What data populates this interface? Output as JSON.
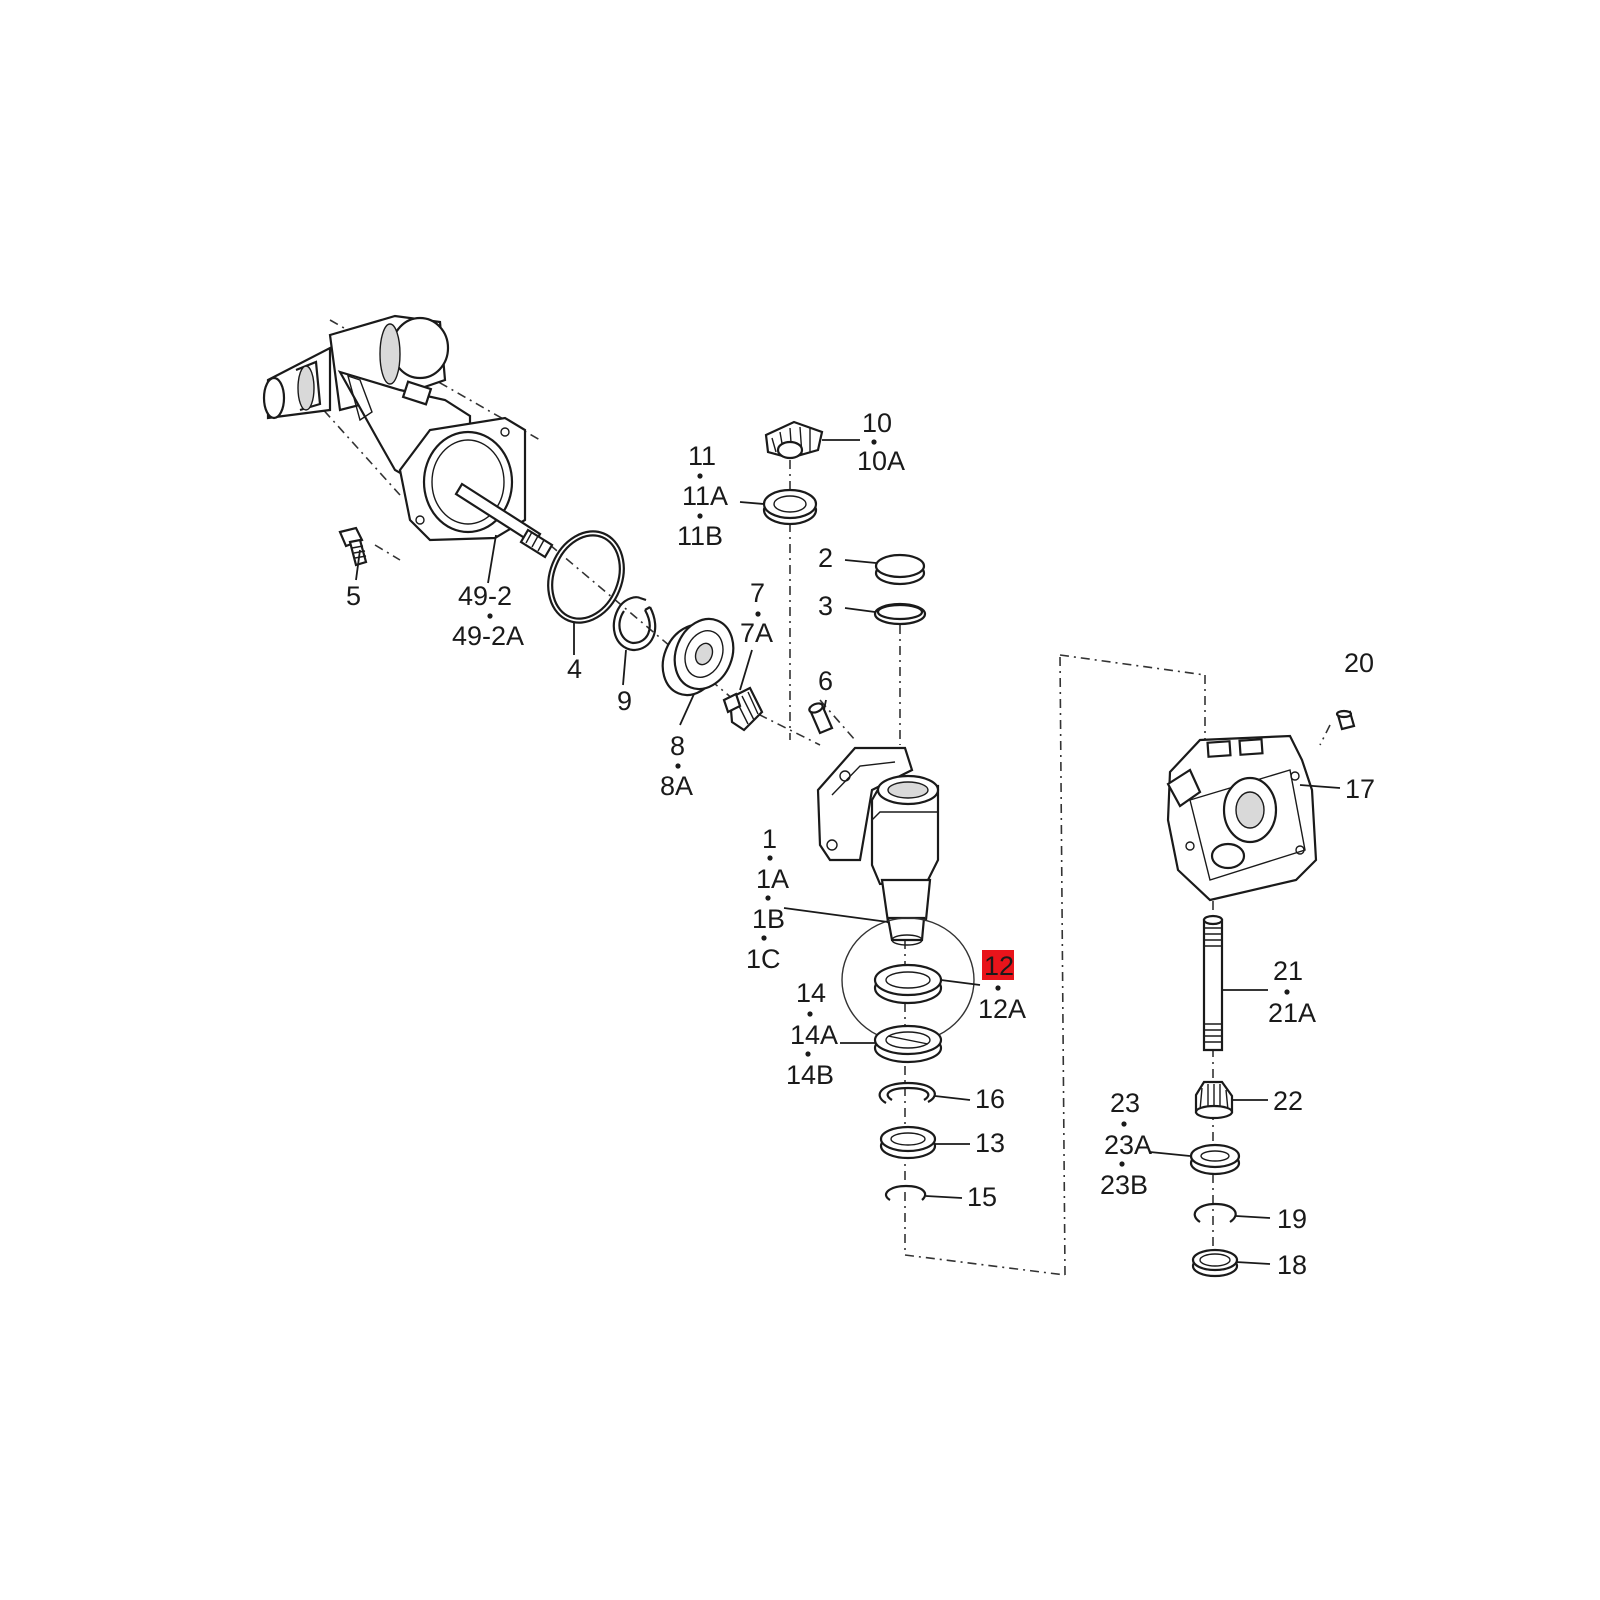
{
  "diagram": {
    "highlight_color": "#e8141b",
    "highlighted_part": "12",
    "labels": {
      "p10": "10",
      "p10a": "10A",
      "p11": "11",
      "p11a": "11A",
      "p11b": "11B",
      "p2": "2",
      "p3": "3",
      "p5": "5",
      "p49_2": "49-2",
      "p49_2a": "49-2A",
      "p4": "4",
      "p9": "9",
      "p7": "7",
      "p7a": "7A",
      "p6": "6",
      "p8": "8",
      "p8a": "8A",
      "p1": "1",
      "p1a": "1A",
      "p1b": "1B",
      "p1c": "1C",
      "p12": "12",
      "p12a": "12A",
      "p14": "14",
      "p14a": "14A",
      "p14b": "14B",
      "p16": "16",
      "p13": "13",
      "p15": "15",
      "p20": "20",
      "p17": "17",
      "p21": "21",
      "p21a": "21A",
      "p22": "22",
      "p23": "23",
      "p23a": "23A",
      "p23b": "23B",
      "p19": "19",
      "p18": "18"
    }
  }
}
